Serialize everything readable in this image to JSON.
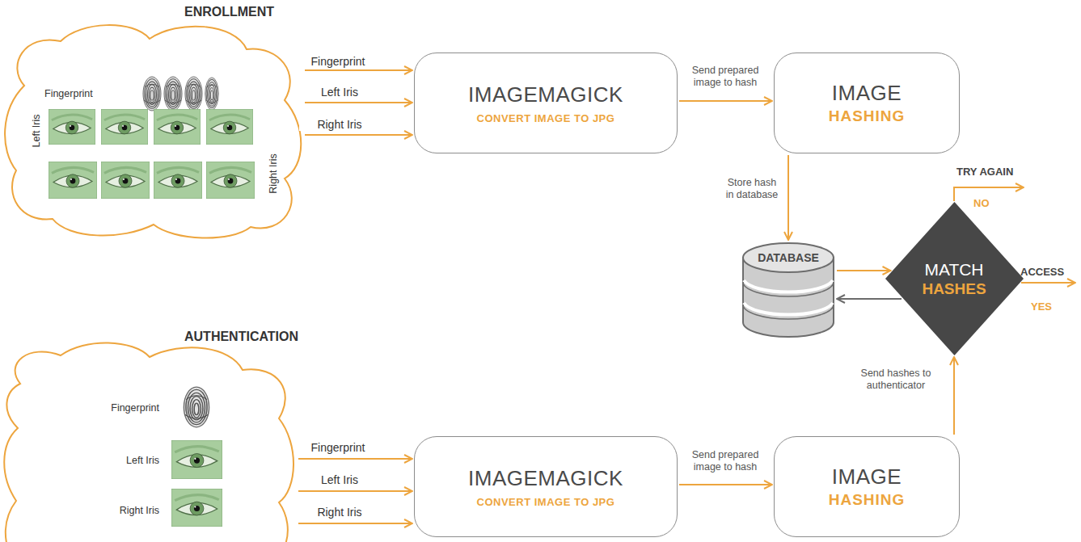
{
  "diagram": {
    "nodes": [
      {
        "text": [
          "ENROLLMENT",
          "Fingerprint",
          "Left Iris",
          "Right Iris"
        ]
      },
      {
        "text": [
          "IMAGEMAGICK",
          "CONVERT IMAGE TO JPG"
        ]
      },
      {
        "text": [
          "IMAGE",
          "HASHING"
        ]
      },
      {
        "text": [
          "DATABASE"
        ]
      },
      {
        "text": [
          "MATCH",
          "HASHES"
        ]
      },
      {
        "text": [
          "AUTHENTICATION",
          "Fingerprint",
          "Left Iris",
          "Right Iris"
        ]
      },
      {
        "text": [
          "IMAGEMAGICK",
          "CONVERT IMAGE TO JPG"
        ]
      },
      {
        "text": [
          "IMAGE",
          "HASHING"
        ]
      }
    ],
    "edges": [
      {
        "from": 0,
        "to": 1,
        "arrow": "to",
        "label": "Fingerprint"
      },
      {
        "from": 0,
        "to": 1,
        "arrow": "to",
        "label": "Left Iris"
      },
      {
        "from": 0,
        "to": 1,
        "arrow": "to",
        "label": "Right Iris"
      },
      {
        "from": 1,
        "to": 2,
        "arrow": "to",
        "label": "Send prepared image to hash"
      },
      {
        "from": 2,
        "to": 3,
        "arrow": "to",
        "label": "Store hash in database"
      },
      {
        "from": 3,
        "to": 4,
        "arrow": "to"
      },
      {
        "from": 4,
        "to": 3,
        "arrow": "to"
      },
      {
        "from": 5,
        "to": 6,
        "arrow": "to",
        "label": "Fingerprint"
      },
      {
        "from": 5,
        "to": 6,
        "arrow": "to",
        "label": "Left Iris"
      },
      {
        "from": 5,
        "to": 6,
        "arrow": "to",
        "label": "Right Iris"
      },
      {
        "from": 6,
        "to": 7,
        "arrow": "to",
        "label": "Send prepared image to hash"
      },
      {
        "from": 7,
        "to": 4,
        "arrow": "to",
        "label": "Send hashes to authenticator"
      }
    ],
    "labels": [
      "TRY AGAIN",
      "NO",
      "ACCESS",
      "YES"
    ]
  }
}
